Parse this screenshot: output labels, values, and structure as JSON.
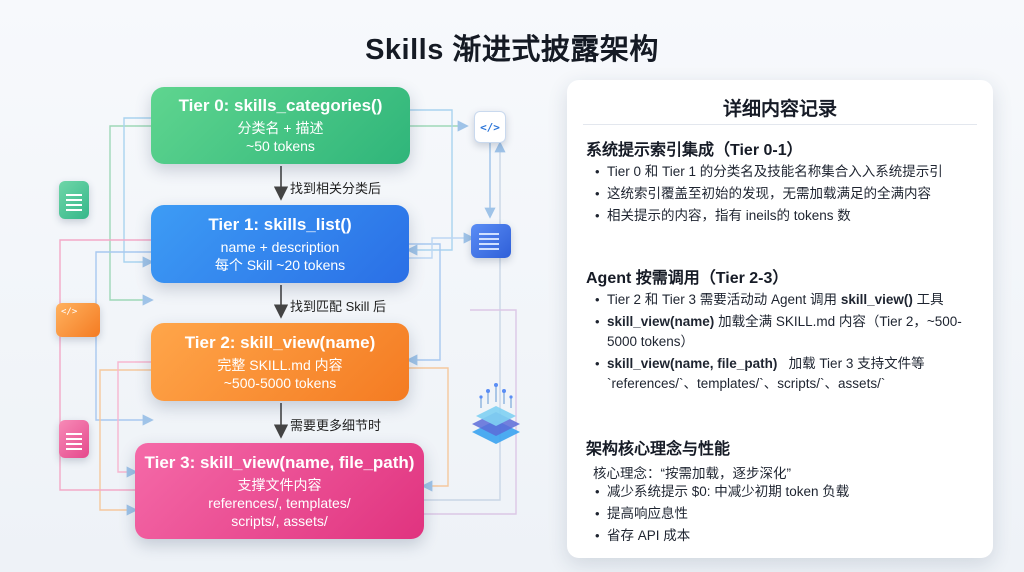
{
  "title": "Skills 渐进式披露架构",
  "tiers": [
    {
      "head": "Tier 0: skills_categories()",
      "lines": [
        "分类名 + 描述",
        "~50 tokens"
      ]
    },
    {
      "head": "Tier 1: skills_list()",
      "lines": [
        "name + description",
        "每个 Skill ~20 tokens"
      ]
    },
    {
      "head": "Tier 2: skill_view(name)",
      "lines": [
        "完整 SKILL.md 内容",
        "~500-5000 tokens"
      ]
    },
    {
      "head": "Tier 3: skill_view(name, file_path)",
      "lines": [
        "支撑文件内容",
        "references/, templates/",
        "scripts/, assets/"
      ]
    }
  ],
  "steps": [
    "找到相关分类后",
    "找到匹配 Skill 后",
    "需要更多细节时"
  ],
  "icons": {
    "code_tile": "</>",
    "orange_tile": "</>"
  },
  "colors": {
    "tier0": "#3cc07f",
    "tier1": "#3385ee",
    "tier2": "#f8902f",
    "tier3": "#ea4b92"
  },
  "panel": {
    "title": "详细内容记录",
    "sections": [
      {
        "heading": "系统提示索引集成（Tier 0-1）",
        "bullets": [
          "Tier 0 和 Tier 1 的分类名及技能名称集合入入系统提示引",
          "这统索引覆盖至初始的发现，无需加载满足的全满内容",
          "相关提示的内容，指有 ineils的 tokens 数"
        ]
      },
      {
        "heading": "Agent 按需调用（Tier 2-3）",
        "bullets": [
          {
            "pre": "Tier 2 和 Tier 3 需要活动动 Agent 调用 ",
            "bold": "skill_view()",
            "post": " 工具"
          },
          {
            "pre": "",
            "bold": "skill_view(name)",
            "post": " 加载全满 SKILL.md 内容（Tier 2，~500-5000 tokens）"
          },
          {
            "pre": "",
            "bold": "skill_view(name, file_path)",
            "post": "   加载 Tier 3 支持文件等 `references/`、templates/`、scripts/`、assets/`"
          }
        ]
      },
      {
        "heading": "架构核心理念与性能",
        "intro": "核心理念：“按需加载，逐步深化”",
        "bullets": [
          "减少系统提示 $0: 中减少初期 token 负载",
          "提高响应息性",
          "省存 API 成本"
        ]
      }
    ]
  }
}
